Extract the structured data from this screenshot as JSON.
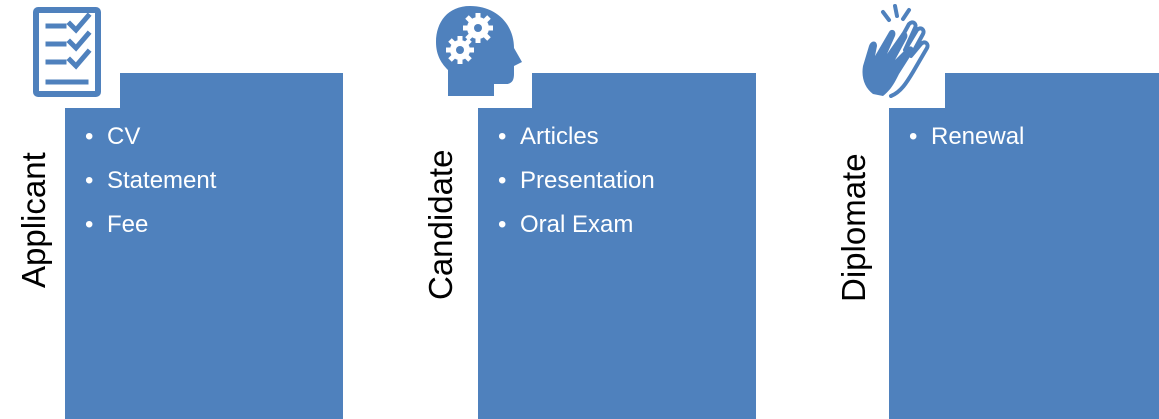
{
  "colors": {
    "box": "#4f81bd",
    "icon": "#4f81bd",
    "text_on_box": "#ffffff"
  },
  "stages": [
    {
      "label": "Applicant",
      "icon": "checklist-icon",
      "items": [
        "CV",
        "Statement",
        "Fee"
      ]
    },
    {
      "label": "Candidate",
      "icon": "head-gears-icon",
      "items": [
        "Articles",
        "Presentation",
        "Oral Exam"
      ]
    },
    {
      "label": "Diplomate",
      "icon": "clapping-hands-icon",
      "items": [
        "Renewal"
      ]
    }
  ]
}
